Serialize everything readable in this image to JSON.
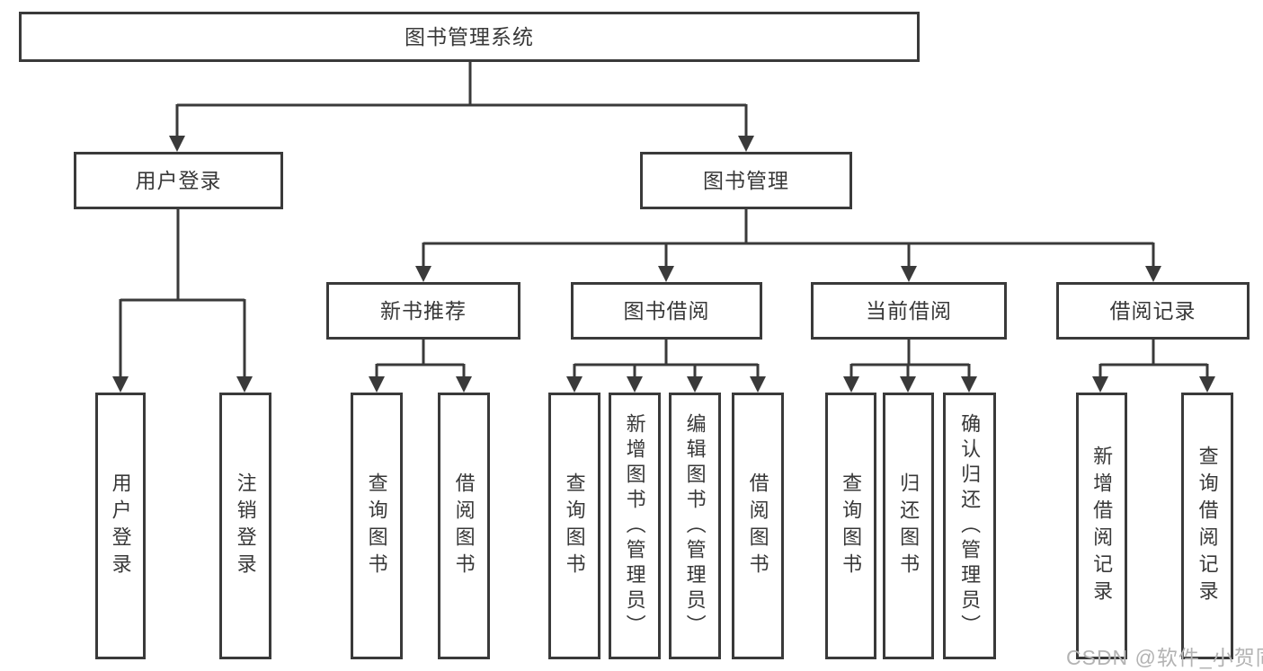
{
  "diagram_title": "图书管理系统",
  "nodes": {
    "root": {
      "label": "图书管理系统"
    },
    "user_login": {
      "label": "用户登录"
    },
    "book_mgmt": {
      "label": "图书管理"
    },
    "login_do": {
      "label": "用户登录"
    },
    "login_out": {
      "label": "注销登录"
    },
    "new_rec": {
      "label": "新书推荐"
    },
    "borrow": {
      "label": "图书借阅"
    },
    "current": {
      "label": "当前借阅"
    },
    "records": {
      "label": "借阅记录"
    },
    "rec_query": {
      "label": "查询图书"
    },
    "rec_borrow": {
      "label": "借阅图书"
    },
    "bor_query": {
      "label": "查询图书"
    },
    "bor_add": {
      "label": "新增图书（管理员）"
    },
    "bor_edit": {
      "label": "编辑图书（管理员）"
    },
    "bor_borrow": {
      "label": "借阅图书"
    },
    "cur_query": {
      "label": "查询图书"
    },
    "cur_return": {
      "label": "归还图书"
    },
    "cur_confirm": {
      "label": "确认归还（管理员）"
    },
    "log_add": {
      "label": "新增借阅记录"
    },
    "log_query": {
      "label": "查询借阅记录"
    }
  },
  "tree": {
    "图书管理系统": {
      "用户登录": [
        "用户登录",
        "注销登录"
      ],
      "图书管理": {
        "新书推荐": [
          "查询图书",
          "借阅图书"
        ],
        "图书借阅": [
          "查询图书",
          "新增图书（管理员）",
          "编辑图书（管理员）",
          "借阅图书"
        ],
        "当前借阅": [
          "查询图书",
          "归还图书",
          "确认归还（管理员）"
        ],
        "借阅记录": [
          "新增借阅记录",
          "查询借阅记录"
        ]
      }
    }
  },
  "watermark": {
    "text": "CSDN @软件_小贺同学"
  },
  "colors": {
    "line": "#3a3a3a",
    "text": "#383838",
    "watermark": "#b3b3b3",
    "background": "#ffffff"
  }
}
